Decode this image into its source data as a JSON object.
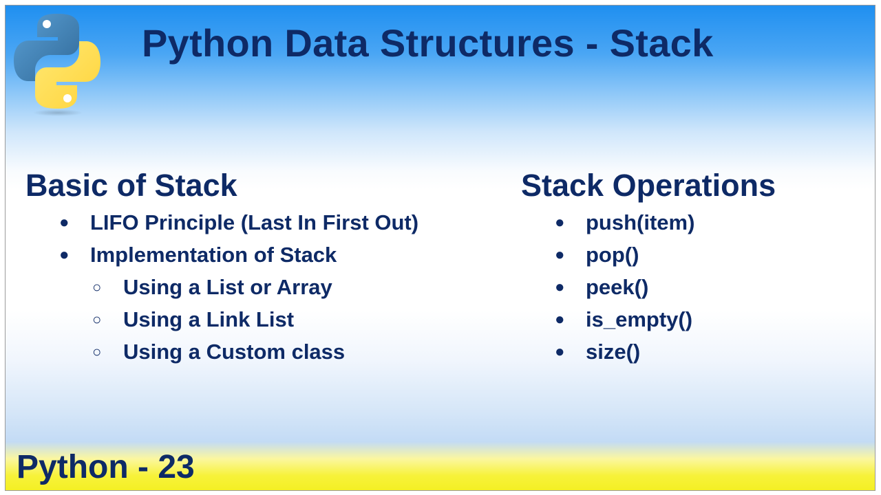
{
  "title": "Python Data Structures - Stack",
  "logo_icon": "python-logo-icon",
  "left_column": {
    "heading": "Basic of Stack",
    "items": [
      {
        "text": "LIFO Principle (Last In First Out)",
        "level": 1,
        "bullet": "●"
      },
      {
        "text": "Implementation of Stack",
        "level": 1,
        "bullet": "●"
      },
      {
        "text": "Using a List or Array",
        "level": 2,
        "bullet": "○"
      },
      {
        "text": "Using a Link List",
        "level": 2,
        "bullet": "○"
      },
      {
        "text": "Using a Custom class",
        "level": 2,
        "bullet": "○"
      }
    ]
  },
  "right_column": {
    "heading": "Stack Operations",
    "items": [
      {
        "text": "push(item)",
        "level": 1,
        "bullet": "●"
      },
      {
        "text": "pop()",
        "level": 1,
        "bullet": "●"
      },
      {
        "text": "peek()",
        "level": 1,
        "bullet": "●"
      },
      {
        "text": "is_empty()",
        "level": 1,
        "bullet": "●"
      },
      {
        "text": "size()",
        "level": 1,
        "bullet": "●"
      }
    ]
  },
  "footer": "Python - 23",
  "colors": {
    "text": "#0e2a66",
    "python_blue": "#3a74b0",
    "python_yellow": "#ffd43b"
  }
}
